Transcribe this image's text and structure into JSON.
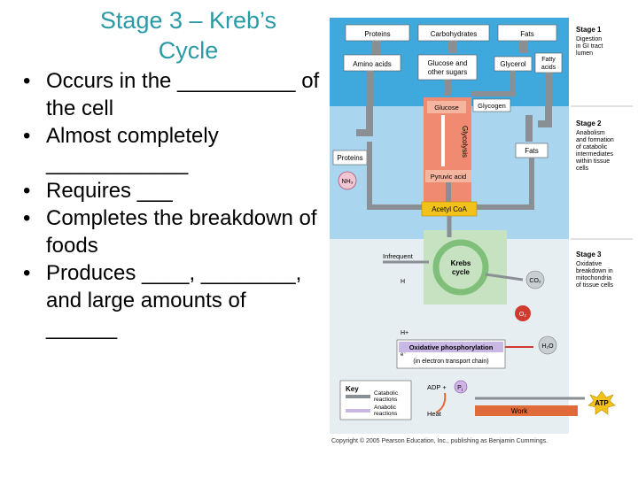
{
  "slide": {
    "title_line1": "Stage 3 – Kreb’s",
    "title_line2": "Cycle",
    "bullets": [
      "Occurs in the __________ of the cell",
      "Almost completely ____________",
      "Requires ___",
      "Completes the breakdown of foods",
      "Produces ____, ________, and large amounts of ______"
    ]
  },
  "figure": {
    "top_boxes": [
      "Proteins",
      "Carbohydrates",
      "Fats"
    ],
    "amino_acids": "Amino acids",
    "glucose_sugars_1": "Glucose and",
    "glucose_sugars_2": "other sugars",
    "glycerol": "Glycerol",
    "fatty_acids_1": "Fatty",
    "fatty_acids_2": "acids",
    "glucose": "Glucose",
    "glycogen": "Glycogen",
    "glycolysis": "Glycolysis",
    "proteins_side": "Proteins",
    "nh3": "NH₃",
    "fats_box": "Fats",
    "pyruvic_acid": "Pyruvic acid",
    "acetyl_coa": "Acetyl CoA",
    "infrequent": "Infrequent",
    "krebs_1": "Krebs",
    "krebs_2": "cycle",
    "h_label": "H",
    "co2": "CO₂",
    "o2": "O₂",
    "h_plus": "H+",
    "e_minus": "e⁻",
    "ox_phos": "Oxidative phosphorylation",
    "etc": "(in electron transport chain)",
    "h2o": "H₂O",
    "key": "Key",
    "catabolic_1": "Catabolic",
    "catabolic_2": "reactions",
    "anabolic_1": "Anabolic",
    "anabolic_2": "reactions",
    "adp": "ADP +",
    "pi": "P",
    "pi_sub": "i",
    "heat": "Heat",
    "work": "Work",
    "atp": "ATP",
    "stage1": [
      "Stage 1",
      "Digestion",
      "in GI tract",
      "lumen"
    ],
    "stage2": [
      "Stage 2",
      "Anabolism",
      "and formation",
      "of catabolic",
      "intermediates",
      "within tissue",
      "cells"
    ],
    "stage3": [
      "Stage 3",
      "Oxidative",
      "breakdown in",
      "mitochondria",
      "of tissue cells"
    ],
    "copyright": "Copyright © 2005 Pearson Education, Inc., publishing as Benjamin Cummings."
  },
  "colors": {
    "title": "#2a9aa6",
    "stage1_bg": "#3fa9de",
    "stage2_bg": "#a9d6ee",
    "stage3_bg": "#e7eef2",
    "glycolysis": "#f08a70",
    "krebs_bg": "#c6e2c0",
    "atp": "#f2c21b",
    "work": "#e06a3a",
    "o2": "#d03a2f"
  }
}
